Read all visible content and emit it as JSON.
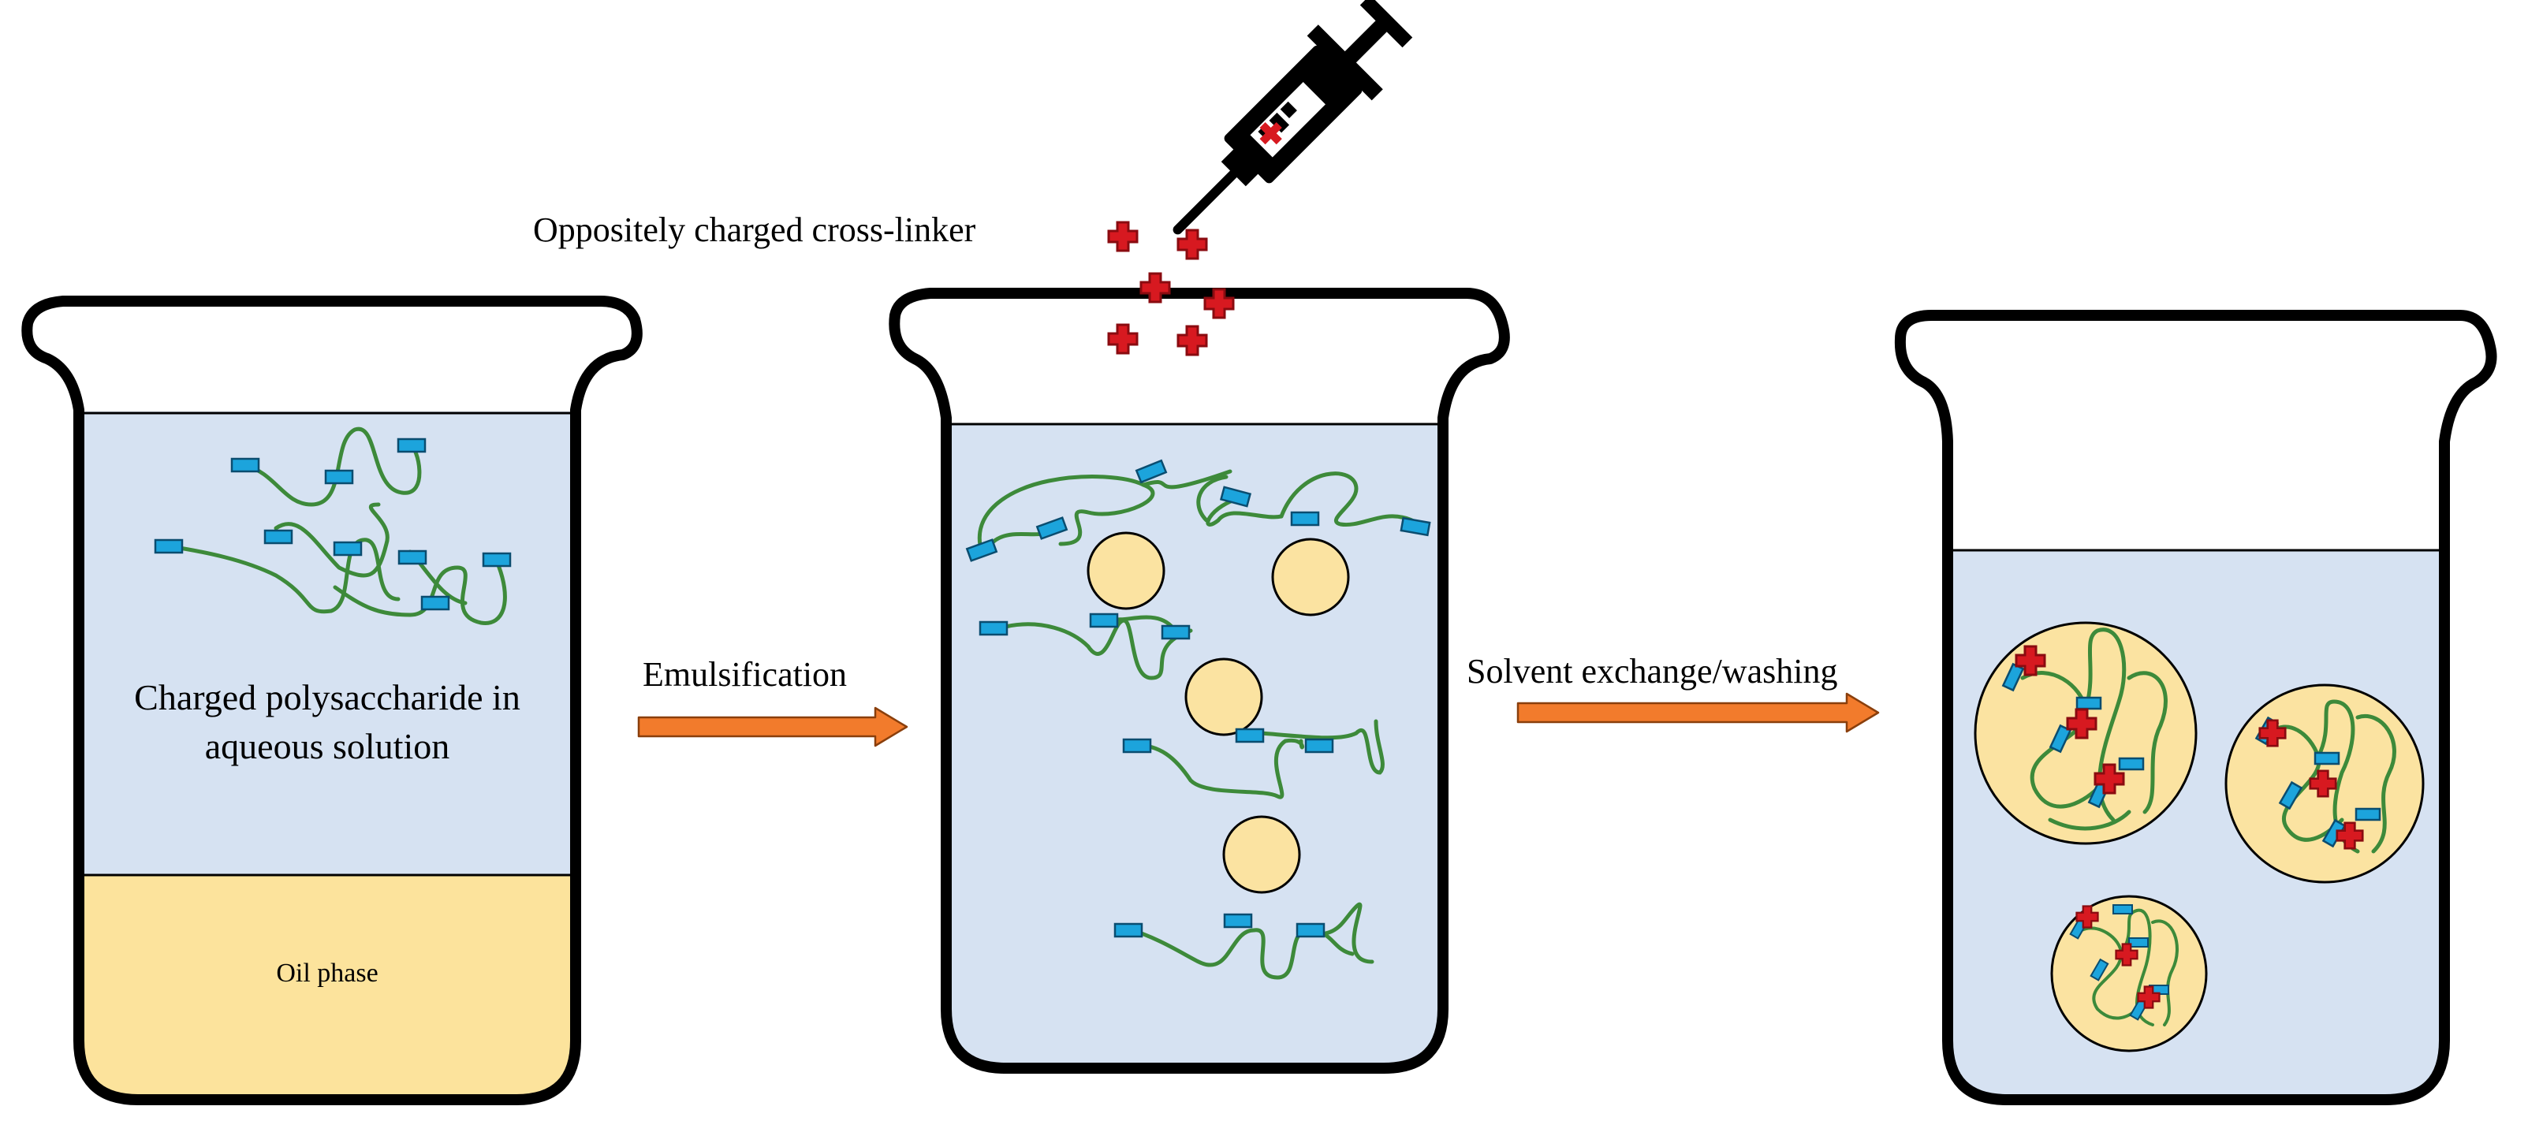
{
  "labels": {
    "polysaccharide": [
      "Charged polysaccharide in",
      "aqueous solution"
    ],
    "oil_phase": "Oil phase",
    "emulsification": "Emulsification",
    "cross_linker": "Oppositely charged cross-linker",
    "solvent_exchange": "Solvent exchange/washing"
  },
  "colors": {
    "aqueous": "#d6e2f2",
    "oil": "#fce39c",
    "droplet": "#fbe3a1",
    "chain": "#3d8a3a",
    "charge_group": "#1ca4dc",
    "cross_linker": "#d71920",
    "arrow": "#f27b2c",
    "outline": "#000000"
  },
  "icons": [
    "beaker-icon",
    "syringe-icon",
    "arrow-right-icon",
    "cross-linker-icon",
    "droplet-icon",
    "microsphere-icon"
  ]
}
